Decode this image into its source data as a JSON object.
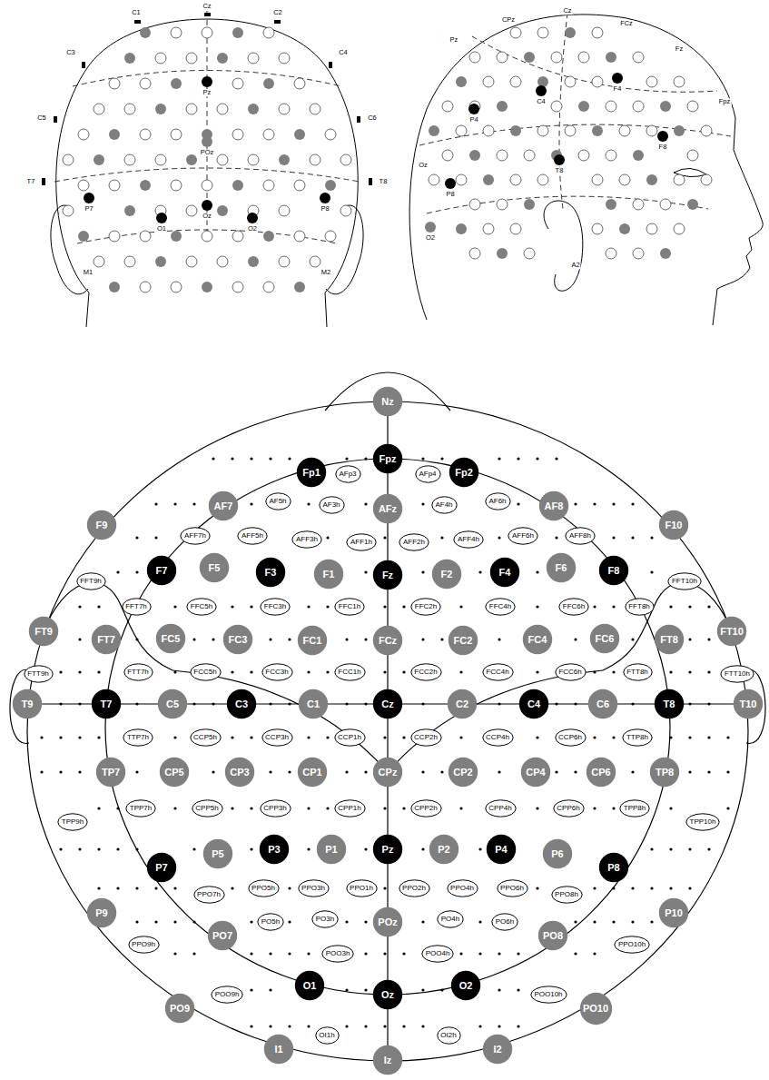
{
  "diagram": {
    "nodes": [
      {
        "text": [
          "Nz"
        ]
      },
      {
        "text": [
          "Fp1"
        ]
      },
      {
        "text": [
          "Fpz"
        ]
      },
      {
        "text": [
          "Fp2"
        ]
      },
      {
        "text": [
          "AFp3"
        ]
      },
      {
        "text": [
          "AFp4"
        ]
      },
      {
        "text": [
          "AF7"
        ]
      },
      {
        "text": [
          "AF5h"
        ]
      },
      {
        "text": [
          "AF3h"
        ]
      },
      {
        "text": [
          "AFz"
        ]
      },
      {
        "text": [
          "AF4h"
        ]
      },
      {
        "text": [
          "AF6h"
        ]
      },
      {
        "text": [
          "AF8"
        ]
      },
      {
        "text": [
          "F9"
        ]
      },
      {
        "text": [
          "AFF7h"
        ]
      },
      {
        "text": [
          "AFF5h"
        ]
      },
      {
        "text": [
          "AFF3h"
        ]
      },
      {
        "text": [
          "AFF1h"
        ]
      },
      {
        "text": [
          "AFF2h"
        ]
      },
      {
        "text": [
          "AFF4h"
        ]
      },
      {
        "text": [
          "AFF6h"
        ]
      },
      {
        "text": [
          "AFF8h"
        ]
      },
      {
        "text": [
          "F10"
        ]
      },
      {
        "text": [
          "F7"
        ]
      },
      {
        "text": [
          "F5"
        ]
      },
      {
        "text": [
          "F3"
        ]
      },
      {
        "text": [
          "F1"
        ]
      },
      {
        "text": [
          "Fz"
        ]
      },
      {
        "text": [
          "F2"
        ]
      },
      {
        "text": [
          "F4"
        ]
      },
      {
        "text": [
          "F6"
        ]
      },
      {
        "text": [
          "F8"
        ]
      },
      {
        "text": [
          "FFT9h"
        ]
      },
      {
        "text": [
          "FFT10h"
        ]
      },
      {
        "text": [
          "FFT7h"
        ]
      },
      {
        "text": [
          "FFC5h"
        ]
      },
      {
        "text": [
          "FFC3h"
        ]
      },
      {
        "text": [
          "FFC1h"
        ]
      },
      {
        "text": [
          "FFC2h"
        ]
      },
      {
        "text": [
          "FFC4h"
        ]
      },
      {
        "text": [
          "FFC6h"
        ]
      },
      {
        "text": [
          "FFT8h"
        ]
      },
      {
        "text": [
          "FT9"
        ]
      },
      {
        "text": [
          "FT7"
        ]
      },
      {
        "text": [
          "FC5"
        ]
      },
      {
        "text": [
          "FC3"
        ]
      },
      {
        "text": [
          "FC1"
        ]
      },
      {
        "text": [
          "FCz"
        ]
      },
      {
        "text": [
          "FC2"
        ]
      },
      {
        "text": [
          "FC4"
        ]
      },
      {
        "text": [
          "FC6"
        ]
      },
      {
        "text": [
          "FT8"
        ]
      },
      {
        "text": [
          "FT10"
        ]
      },
      {
        "text": [
          "FTT9h"
        ]
      },
      {
        "text": [
          "FTT7h"
        ]
      },
      {
        "text": [
          "FCC5h"
        ]
      },
      {
        "text": [
          "FCC3h"
        ]
      },
      {
        "text": [
          "FCC1h"
        ]
      },
      {
        "text": [
          "FCC2h"
        ]
      },
      {
        "text": [
          "FCC4h"
        ]
      },
      {
        "text": [
          "FCC6h"
        ]
      },
      {
        "text": [
          "FTT8h"
        ]
      },
      {
        "text": [
          "FTT10h"
        ]
      },
      {
        "text": [
          "T9"
        ]
      },
      {
        "text": [
          "T7"
        ]
      },
      {
        "text": [
          "C5"
        ]
      },
      {
        "text": [
          "C3"
        ]
      },
      {
        "text": [
          "C1"
        ]
      },
      {
        "text": [
          "Cz"
        ]
      },
      {
        "text": [
          "C2"
        ]
      },
      {
        "text": [
          "C4"
        ]
      },
      {
        "text": [
          "C6"
        ]
      },
      {
        "text": [
          "T8"
        ]
      },
      {
        "text": [
          "T10"
        ]
      },
      {
        "text": [
          "TTP7h"
        ]
      },
      {
        "text": [
          "CCP5h"
        ]
      },
      {
        "text": [
          "CCP3h"
        ]
      },
      {
        "text": [
          "CCP1h"
        ]
      },
      {
        "text": [
          "CCP2h"
        ]
      },
      {
        "text": [
          "CCP4h"
        ]
      },
      {
        "text": [
          "CCP6h"
        ]
      },
      {
        "text": [
          "TTP8h"
        ]
      },
      {
        "text": [
          "TP7"
        ]
      },
      {
        "text": [
          "CP5"
        ]
      },
      {
        "text": [
          "CP3"
        ]
      },
      {
        "text": [
          "CP1"
        ]
      },
      {
        "text": [
          "CPz"
        ]
      },
      {
        "text": [
          "CP2"
        ]
      },
      {
        "text": [
          "CP4"
        ]
      },
      {
        "text": [
          "CP6"
        ]
      },
      {
        "text": [
          "TP8"
        ]
      },
      {
        "text": [
          "TPP7h"
        ]
      },
      {
        "text": [
          "CPP5h"
        ]
      },
      {
        "text": [
          "CPP3h"
        ]
      },
      {
        "text": [
          "CPP1h"
        ]
      },
      {
        "text": [
          "CPP2h"
        ]
      },
      {
        "text": [
          "CPP4h"
        ]
      },
      {
        "text": [
          "CPP6h"
        ]
      },
      {
        "text": [
          "TPP8h"
        ]
      },
      {
        "text": [
          "TPP9h"
        ]
      },
      {
        "text": [
          "TPP10h"
        ]
      },
      {
        "text": [
          "P7"
        ]
      },
      {
        "text": [
          "P5"
        ]
      },
      {
        "text": [
          "P3"
        ]
      },
      {
        "text": [
          "P1"
        ]
      },
      {
        "text": [
          "Pz"
        ]
      },
      {
        "text": [
          "P2"
        ]
      },
      {
        "text": [
          "P4"
        ]
      },
      {
        "text": [
          "P6"
        ]
      },
      {
        "text": [
          "P8"
        ]
      },
      {
        "text": [
          "PPO7h"
        ]
      },
      {
        "text": [
          "PPO5h"
        ]
      },
      {
        "text": [
          "PPO3h"
        ]
      },
      {
        "text": [
          "PPO1h"
        ]
      },
      {
        "text": [
          "PPO2h"
        ]
      },
      {
        "text": [
          "PPO4h"
        ]
      },
      {
        "text": [
          "PPO6h"
        ]
      },
      {
        "text": [
          "PPO8h"
        ]
      },
      {
        "text": [
          "P9"
        ]
      },
      {
        "text": [
          "P10"
        ]
      },
      {
        "text": [
          "PO7"
        ]
      },
      {
        "text": [
          "PO5h"
        ]
      },
      {
        "text": [
          "PO3h"
        ]
      },
      {
        "text": [
          "POz"
        ]
      },
      {
        "text": [
          "PO4h"
        ]
      },
      {
        "text": [
          "PO6h"
        ]
      },
      {
        "text": [
          "PO8"
        ]
      },
      {
        "text": [
          "PPO9h"
        ]
      },
      {
        "text": [
          "PPO10h"
        ]
      },
      {
        "text": [
          "POO3h"
        ]
      },
      {
        "text": [
          "POO4h"
        ]
      },
      {
        "text": [
          "O1"
        ]
      },
      {
        "text": [
          "Oz"
        ]
      },
      {
        "text": [
          "O2"
        ]
      },
      {
        "text": [
          "POO9h"
        ]
      },
      {
        "text": [
          "POO10h"
        ]
      },
      {
        "text": [
          "PO9"
        ]
      },
      {
        "text": [
          "PO10"
        ]
      },
      {
        "text": [
          "OI1h"
        ]
      },
      {
        "text": [
          "OI2h"
        ]
      },
      {
        "text": [
          "I1"
        ]
      },
      {
        "text": [
          "Iz"
        ]
      },
      {
        "text": [
          "I2"
        ]
      }
    ],
    "labels": [
      "C1",
      "Cz",
      "C2",
      "C3",
      "C4",
      "C5",
      "C6",
      "T7",
      "T8",
      "Pz",
      "POz",
      "P7",
      "P8",
      "O1",
      "Oz",
      "O2",
      "M1",
      "M2",
      "Pz",
      "CPz",
      "Cz",
      "FCz",
      "Fz",
      "Fpz",
      "C4",
      "F4",
      "P4",
      "T8",
      "F8",
      "P8",
      "Oz",
      "O2",
      "A2"
    ]
  }
}
